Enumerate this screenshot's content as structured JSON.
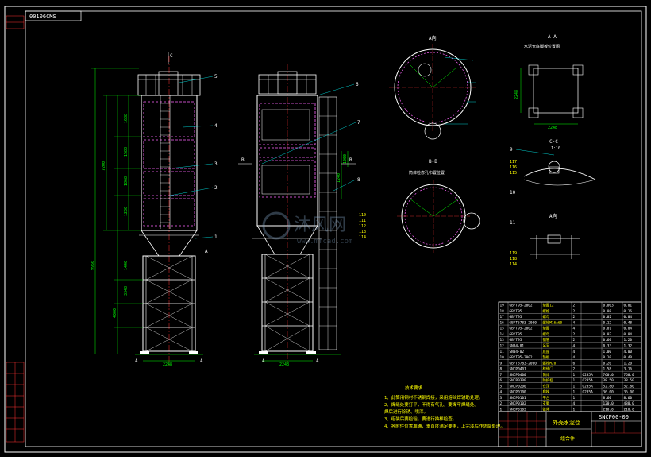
{
  "drawing": {
    "title_block_code": "00106СМS",
    "part_number": "SNCP00-00",
    "title_name": "外壳水泥仓",
    "subtitle": "组合件",
    "colors": {
      "background": "#000000",
      "frame": "#ffffff",
      "structure": "#ffffff",
      "panels": "#ff66ff",
      "dimensions": "#00ff00",
      "centerline": "#ff3333",
      "labels": "#ffff00",
      "leaders": "#00ffff"
    }
  },
  "views": {
    "section_a": "A向",
    "section_aa": "A-A",
    "section_aa_sub": "水泥仓底脚板位置图",
    "section_bb": "B-B",
    "section_bb_sub": "筒体检修孔布置位置",
    "section_cc": "C-C",
    "section_cc_scale": "1:10",
    "view_a2": "A向"
  },
  "callouts": {
    "c1": "1",
    "c2": "2",
    "c3": "3",
    "c4": "4",
    "c5": "5",
    "c6": "6",
    "c7": "7",
    "c8": "8",
    "c9": "9",
    "c10": "10",
    "c11": "11",
    "c110": "110",
    "c111": "111",
    "c112": "112",
    "c113": "113",
    "c114": "114",
    "c115": "115",
    "c116": "116",
    "c117": "117",
    "c118": "118",
    "c119": "119"
  },
  "dims": {
    "base_width_left": "2248",
    "base_width_right": "2248",
    "aa_width": "2248",
    "aa_height": "2248",
    "total_height": "9950",
    "h1": "3348",
    "h2": "1688",
    "h3": "1588",
    "h4": "1868",
    "h5": "1230",
    "h6": "1440",
    "h7": "4000",
    "h8": "7200",
    "h9": "1240",
    "h10": "1000",
    "h11": "600"
  },
  "section_marks": {
    "a": "A",
    "b": "B",
    "c": "C"
  },
  "notes": {
    "title": "技术要求",
    "items": [
      "1、此筒用钢衬不锈钢焊接，采用熔丝焊辅助处理。",
      "2、焊缝处要打平，不得有气孔，要焊牢焊缝处。",
      "   焊后进行除锈、喷漆。",
      "3、组装后要检验，要进行抽样检查。",
      "4、各附件位置准确，垂直度满足要求，上完漆后作防腐处理。"
    ]
  },
  "bom": [
    [
      "19",
      "GB/T95-2002",
      "垫圈12",
      "2",
      "",
      "0.003",
      "0.01"
    ],
    [
      "18",
      "GB/T95",
      "螺栓",
      "2",
      "",
      "0.08",
      "0.16"
    ],
    [
      "17",
      "GB/T95",
      "螺母",
      "2",
      "",
      "0.02",
      "0.04"
    ],
    [
      "16",
      "GB/T5783-2000",
      "螺栓M16x60",
      "4",
      "",
      "0.12",
      "0.48"
    ],
    [
      "15",
      "GB/T95-2002",
      "垫圈",
      "4",
      "",
      "0.01",
      "0.04"
    ],
    [
      "14",
      "GB/T95",
      "螺母",
      "2",
      "",
      "0.02",
      "0.04"
    ],
    [
      "13",
      "GB/T95",
      "钢管",
      "2",
      "",
      "0.60",
      "1.20"
    ],
    [
      "12",
      "SN04-01",
      "吊耳",
      "4",
      "",
      "0.33",
      "1.32"
    ],
    [
      "11",
      "SN04-02",
      "底座",
      "4",
      "",
      "1.00",
      "4.00"
    ],
    [
      "10",
      "GB/T95-2002",
      "垫板",
      "4",
      "",
      "0.10",
      "0.40"
    ],
    [
      "9",
      "GB/T5783-2000",
      "螺栓M20",
      "6",
      "",
      "0.20",
      "1.20"
    ],
    [
      "8",
      "SNCP0401",
      "检修门",
      "2",
      "",
      "1.58",
      "3.16"
    ],
    [
      "7",
      "SNCP0400",
      "筒体",
      "1",
      "Q235A",
      "760.0",
      "760.0"
    ],
    [
      "6",
      "SNCP0300",
      "防护栏",
      "1",
      "Q235A",
      "38.50",
      "38.50"
    ],
    [
      "5",
      "SNCP0200",
      "仓顶",
      "1",
      "Q235A",
      "52.80",
      "52.80"
    ],
    [
      "4",
      "SNCP0100",
      "爬梯",
      "1",
      "Q235A",
      "36.00",
      "36.00"
    ],
    [
      "3",
      "SNCP0101",
      "平台",
      "1",
      "",
      "8.60",
      "8.60"
    ],
    [
      "2",
      "SNCP0102",
      "支腿",
      "4",
      "",
      "120.0",
      "480.0"
    ],
    [
      "1",
      "SNCP0103",
      "锥体",
      "1",
      "",
      "210.0",
      "210.0"
    ]
  ],
  "watermark": {
    "text": "沐风网",
    "url": "www.mfcad.com"
  }
}
